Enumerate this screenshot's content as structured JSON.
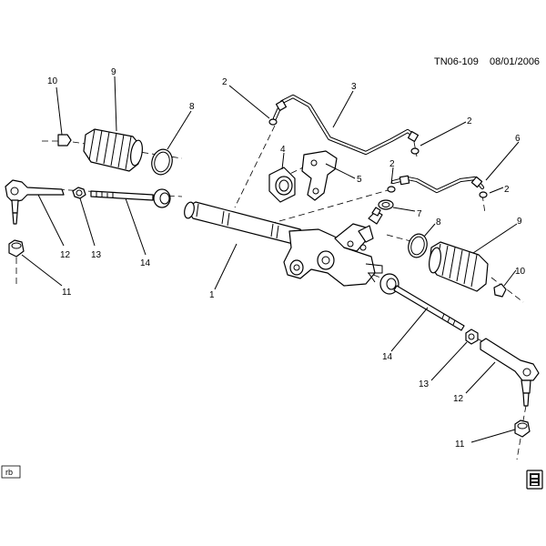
{
  "reference": {
    "code": "TN06-109",
    "date": "08/01/2006"
  },
  "corner_tag": "rb",
  "callouts": {
    "c1": "1",
    "c2a": "2",
    "c2b": "2",
    "c2c": "2",
    "c2d": "2",
    "c3": "3",
    "c4": "4",
    "c5": "5",
    "c6": "6",
    "c7": "7",
    "c8a": "8",
    "c8b": "8",
    "c9a": "9",
    "c9b": "9",
    "c10a": "10",
    "c10b": "10",
    "c11a": "11",
    "c11b": "11",
    "c12a": "12",
    "c12b": "12",
    "c13a": "13",
    "c13b": "13",
    "c14a": "14",
    "c14b": "14"
  },
  "icons": {
    "book": "book-icon"
  }
}
